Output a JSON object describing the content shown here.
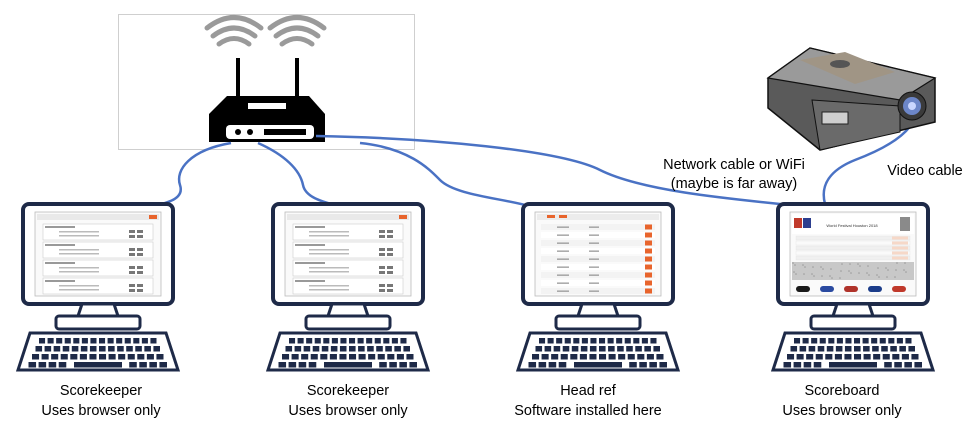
{
  "labels": {
    "network_note_line1": "Network cable or WiFi",
    "network_note_line2": "(maybe is far away)",
    "video_cable": "Video cable"
  },
  "computers": [
    {
      "role": "Scorekeeper",
      "note": "Uses browser only",
      "screen": "scorekeeper"
    },
    {
      "role": "Scorekeeper",
      "note": "Uses browser only",
      "screen": "scorekeeper"
    },
    {
      "role": "Head ref",
      "note": "Software installed here",
      "screen": "headref"
    },
    {
      "role": "Scoreboard",
      "note": "Uses browser only",
      "screen": "scoreboard"
    }
  ],
  "scoreboard_screen": {
    "title": "World Festival Houston 2018"
  },
  "colors": {
    "cable": "#4a72c4",
    "device_outline": "#1e2a48",
    "wifi_waves": "#9a9a9a",
    "router_body": "#000000",
    "screen_accent": "#e8642c"
  }
}
